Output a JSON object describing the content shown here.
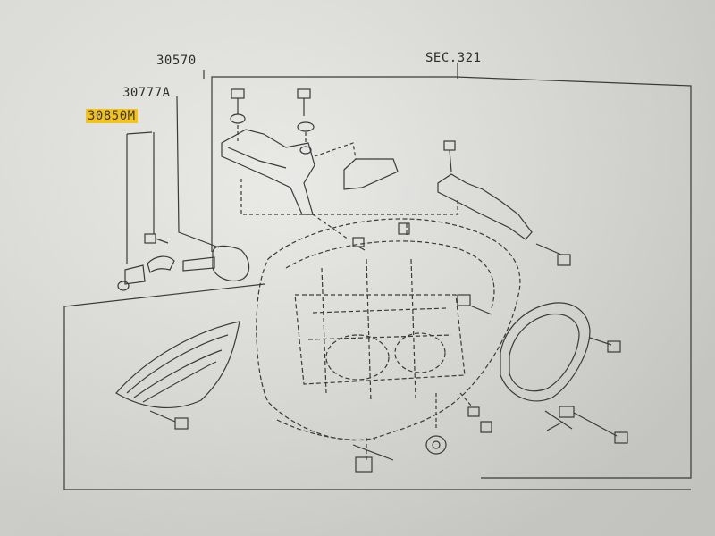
{
  "labels": {
    "part_30570": "30570",
    "part_30777A": "30777A",
    "part_30850M": "30850M",
    "section_ref": "SEC.321"
  },
  "colors": {
    "highlight": "#f5c21b",
    "line": "#3a3a3a",
    "paper": "#e3e3df"
  }
}
